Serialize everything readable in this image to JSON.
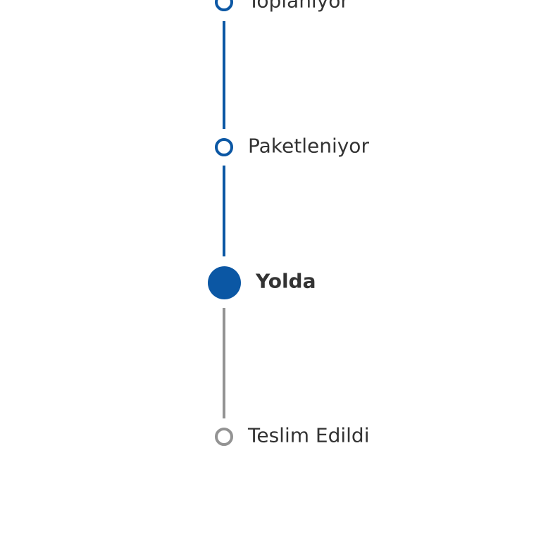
{
  "tracker": {
    "colors": {
      "done": "#0b57a4",
      "pending": "#939393",
      "text": "#333333"
    },
    "steps": [
      {
        "label": "Toplanıyor",
        "status": "done"
      },
      {
        "label": "Paketleniyor",
        "status": "done"
      },
      {
        "label": "Yolda",
        "status": "current"
      },
      {
        "label": "Teslim Edildi",
        "status": "pending"
      }
    ]
  }
}
